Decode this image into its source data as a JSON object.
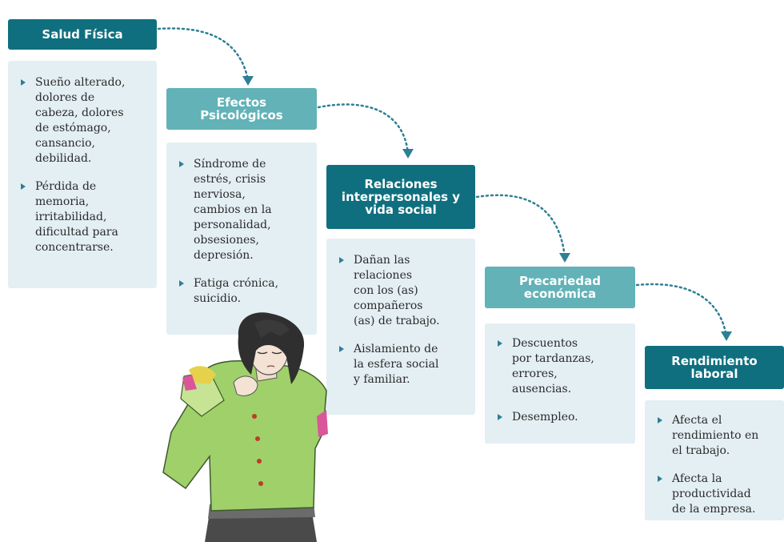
{
  "stages": [
    {
      "title": "Salud Física",
      "items": [
        "Sueño alterado,\ndolores de\ncabeza, dolores\nde estómago,\ncansancio,\ndebilidad.",
        "Pérdida de\nmemoria,\nirritabilidad,\ndificultad para\nconcentrarse."
      ]
    },
    {
      "title": "Efectos\nPsicológicos",
      "items": [
        "Síndrome de\nestrés, crisis\nnerviosa,\ncambios en la\npersonalidad,\nobsesiones,\ndepresión.",
        "Fatiga crónica,\nsuicidio."
      ]
    },
    {
      "title": "Relaciones\ninterpersonales y\nvida social",
      "items": [
        "Dañan las\nrelaciones\ncon los (as)\ncompañeros\n(as) de trabajo.",
        "Aislamiento de\nla esfera social\ny familiar."
      ]
    },
    {
      "title": "Precariedad\neconómica",
      "items": [
        "Descuentos\npor tardanzas,\nerrores,\nausencias.",
        "Desempleo."
      ]
    },
    {
      "title": "Rendimiento\nlaboral",
      "items": [
        "Afecta el\nrendimiento en\nel trabajo.",
        "Afecta la\nproductividad\nde la empresa."
      ]
    }
  ],
  "colors": {
    "dark_header": "#0f6f7f",
    "light_header": "#62b2b8",
    "panel": "#e4eff4",
    "bullet": "#2e7f96"
  }
}
